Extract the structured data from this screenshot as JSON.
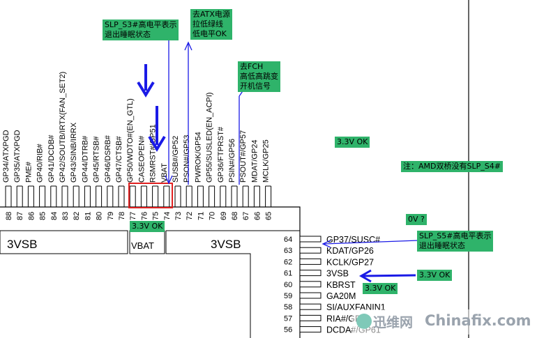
{
  "top_pins": [
    {
      "num": "88",
      "label": "GP34/ATXPGD"
    },
    {
      "num": "87",
      "label": "GP35/ATXPGD"
    },
    {
      "num": "86",
      "label": "PME#"
    },
    {
      "num": "85",
      "label": "GP40/RIB#"
    },
    {
      "num": "84",
      "label": "GP41/DCDB#"
    },
    {
      "num": "83",
      "label": "GP42/SOUTB/IRTX(FAN_SET2)"
    },
    {
      "num": "82",
      "label": "GP43/SINB/IRRX"
    },
    {
      "num": "81",
      "label": "GP44/DTRB#"
    },
    {
      "num": "80",
      "label": "GP45/RTSB#"
    },
    {
      "num": "79",
      "label": "GP46/DSRB#"
    },
    {
      "num": "78",
      "label": "GP47/CTSB#"
    },
    {
      "num": "77",
      "label": "GP50/WDTO#(EN_GTL)"
    },
    {
      "num": "76",
      "label": "CASEOPEN#"
    },
    {
      "num": "75",
      "label": "RSMRST#/GP51"
    },
    {
      "num": "74",
      "label": "VBAT"
    },
    {
      "num": "73",
      "label": "SUSB#/GP52"
    },
    {
      "num": "72",
      "label": "PSON#/GP53"
    },
    {
      "num": "71",
      "label": "PWROK/GP54"
    },
    {
      "num": "70",
      "label": "GP55/SUSLED(EN_ACPI)"
    },
    {
      "num": "69",
      "label": "GP36/FTPRST#"
    },
    {
      "num": "68",
      "label": "PSIN#/GP56"
    },
    {
      "num": "67",
      "label": "PSOUT#/GP57"
    },
    {
      "num": "66",
      "label": "MDAT/GP24"
    },
    {
      "num": "65",
      "label": "MCLK/GP25"
    }
  ],
  "right_pins": [
    {
      "num": "64",
      "label": "GP37/SUSC#"
    },
    {
      "num": "63",
      "label": "KDAT/GP26"
    },
    {
      "num": "62",
      "label": "KCLK/GP27"
    },
    {
      "num": "61",
      "label": "3VSB"
    },
    {
      "num": "60",
      "label": "KBRST"
    },
    {
      "num": "59",
      "label": "GA20M"
    },
    {
      "num": "58",
      "label": "SI/AUXFANIN1"
    },
    {
      "num": "57",
      "label": "RIA#/GP60"
    },
    {
      "num": "56",
      "label": "DCDA#/GP61"
    }
  ],
  "power_boxes": {
    "left": "3VSB",
    "vbat": "VBAT",
    "right": "3VSB"
  },
  "notes": {
    "slp_s3": "SLP_S3#高电平表示\n退出睡眠状态",
    "atx": "去ATX电源\n拉低绿线\n低电平OK",
    "fch": "去FCH\n高低高跳变\n开机信号",
    "v33_top": "3.3V OK",
    "amd_note": "注：AMD双桥没有SLP_S4#",
    "slp_s5": "SLP_S5#高电平表示\n退出睡眠状态",
    "v33_right": "3.3V OK",
    "ov": "0V ?",
    "v33_pins": "3.3V OK",
    "v33_kbrst": "3.3V OK"
  },
  "watermark": {
    "cn": "迅维网",
    "en": "Chinafix.com"
  },
  "colors": {
    "note_bg": "#2fb36a",
    "arrow": "#1a1ae6",
    "highlight": "#e02020"
  }
}
